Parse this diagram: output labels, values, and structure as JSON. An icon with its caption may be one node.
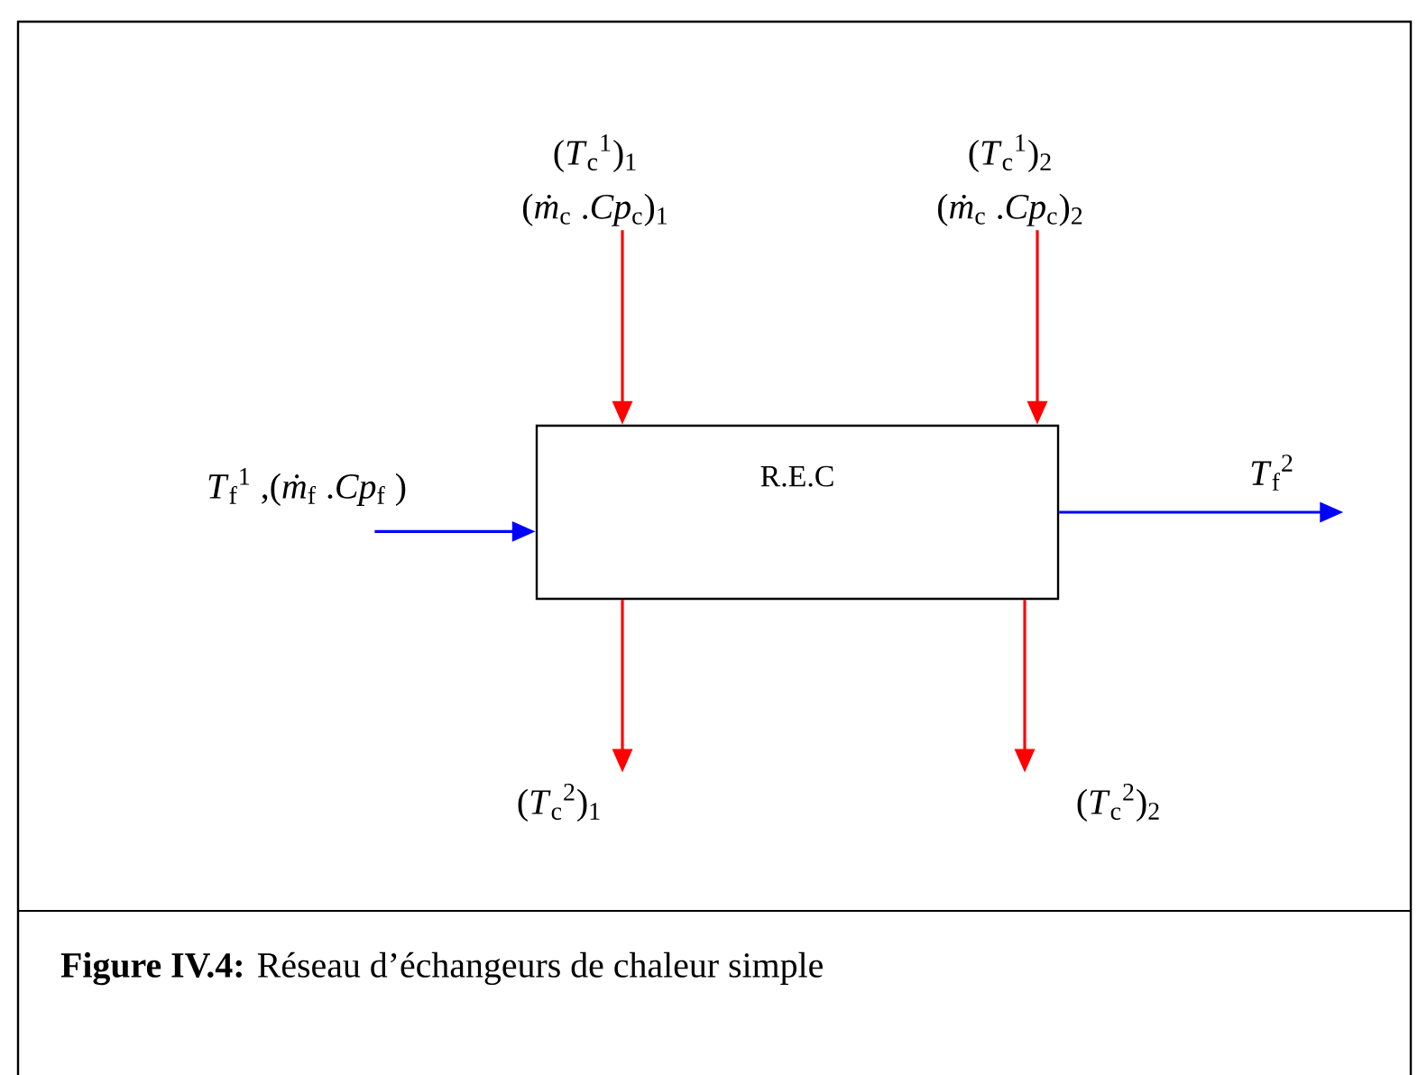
{
  "diagram": {
    "caption": "**Figure IV.4:** Réseau d’échangeurs de chaleur simple",
    "nodes": [
      {
        "text": [
          "(*T*$_{c}$$^{1}$)$_{1}$",
          "(*ṁ*$_{c}$ .*Cp*$_{c}$)$_{1}$"
        ]
      },
      {
        "text": [
          "(*T*$_{c}$$^{1}$)$_{2}$",
          "(*ṁ*$_{c}$ .*Cp*$_{c}$)$_{2}$"
        ]
      },
      {
        "text": [
          "*T*$_{f}$$^{1}$ ,(*ṁ*$_{f}$ .*Cp*$_{f}$ )"
        ]
      },
      {
        "text": [
          "R.E.C"
        ]
      },
      {
        "text": [
          "*T*$_{f}$$^{2}$"
        ]
      },
      {
        "text": [
          "(*T*$_{c}$$^{2}$)$_{1}$"
        ]
      },
      {
        "text": [
          "(*T*$_{c}$$^{2}$)$_{2}$"
        ]
      }
    ],
    "edges": [
      {
        "from": 0,
        "to": 3,
        "arrow": "to"
      },
      {
        "from": 1,
        "to": 3,
        "arrow": "to"
      },
      {
        "from": 2,
        "to": 3,
        "arrow": "to",
        "color": "#0000ff"
      },
      {
        "from": 3,
        "to": 4,
        "arrow": "to",
        "color": "#0000ff"
      },
      {
        "from": 3,
        "to": 5,
        "arrow": "to"
      },
      {
        "from": 3,
        "to": 6,
        "arrow": "to"
      }
    ]
  }
}
